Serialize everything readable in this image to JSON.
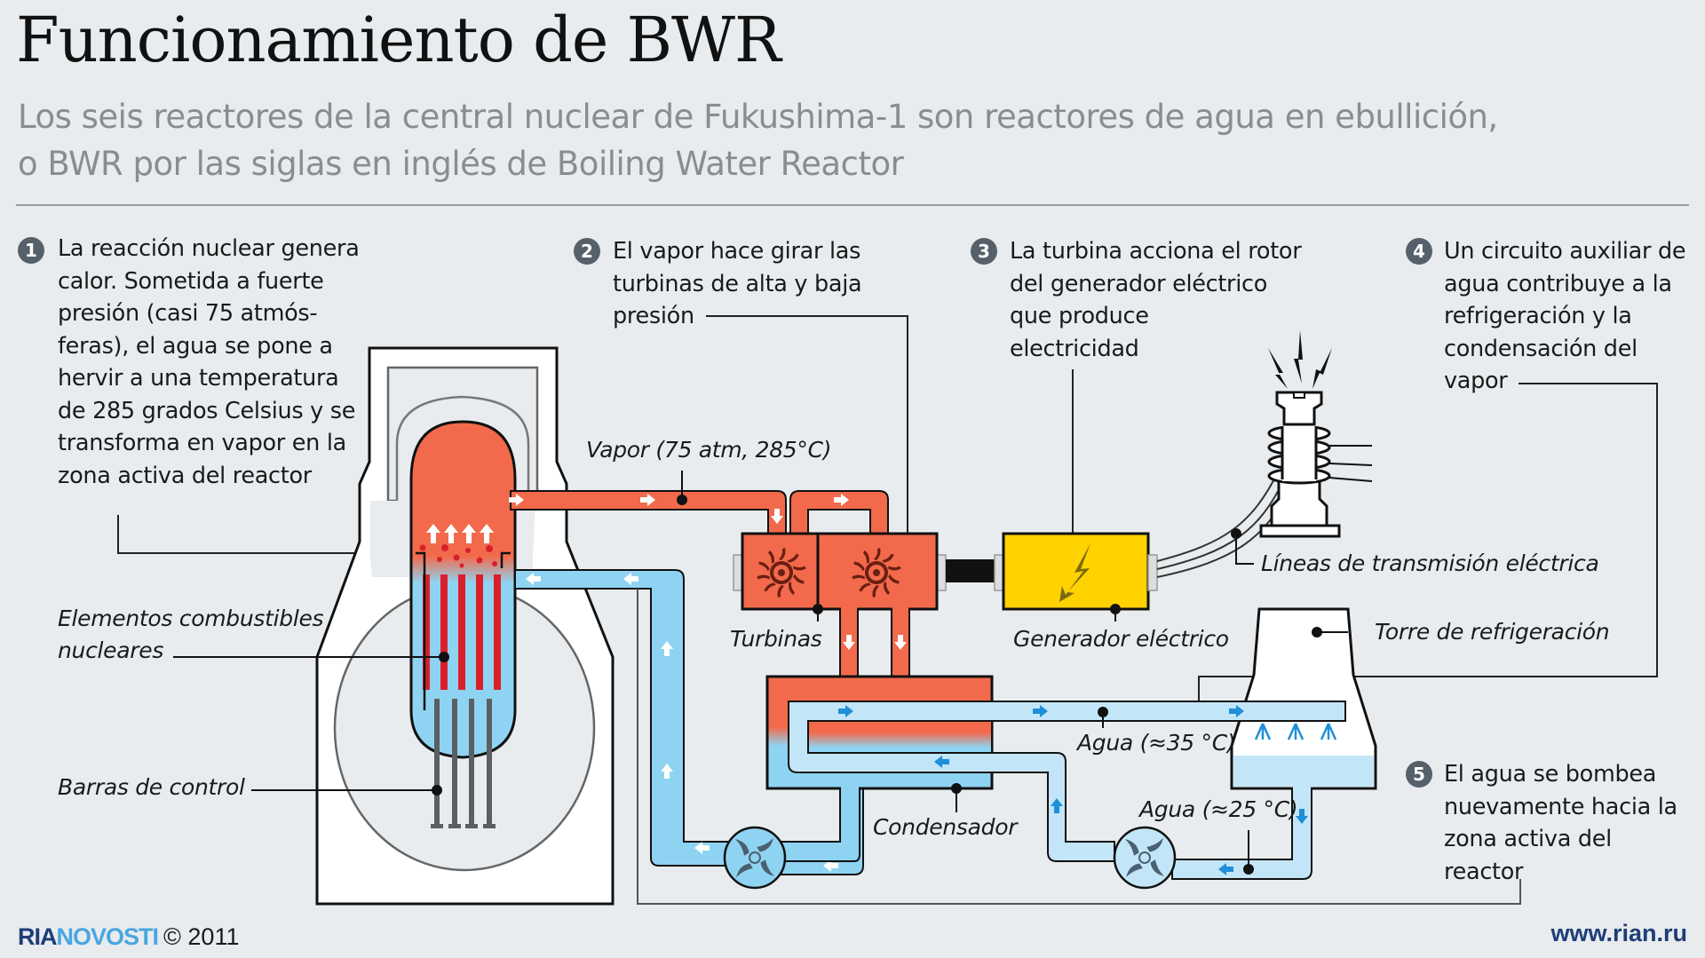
{
  "header": {
    "title": "Funcionamiento de BWR",
    "subtitle_lines": [
      "Los seis reactores de la central nuclear de Fukushima-1 son reactores de agua en ebullición,",
      "o BWR por las siglas en inglés de Boiling Water Reactor"
    ]
  },
  "steps": [
    {
      "number": "1",
      "lines": [
        "La reacción nuclear genera",
        "calor. Sometida a fuerte",
        "presión (casi 75 atmós-",
        "feras), el agua se pone a",
        "hervir a una temperatura",
        "de 285 grados Celsius y se",
        "transforma en vapor en la",
        "zona activa del reactor"
      ]
    },
    {
      "number": "2",
      "lines": [
        "El vapor hace girar las",
        "turbinas de alta y baja",
        "presión"
      ]
    },
    {
      "number": "3",
      "lines": [
        "La turbina acciona el rotor",
        "del generador eléctrico",
        "que produce",
        "electricidad"
      ]
    },
    {
      "number": "4",
      "lines": [
        "Un circuito auxiliar de",
        "agua contribuye a la",
        "refrigeración y la",
        "condensación del",
        "vapor"
      ]
    },
    {
      "number": "5",
      "lines": [
        "El agua se bombea",
        "nuevamente hacia la",
        "zona activa del",
        "reactor"
      ]
    }
  ],
  "labels": {
    "vapor": "Vapor (75 atm, 285°C)",
    "fuel_line1": "Elementos combustibles",
    "fuel_line2": "nucleares",
    "control_rods": "Barras de control",
    "turbines": "Turbinas",
    "generator": "Generador eléctrico",
    "transmission": "Líneas de transmisión eléctrica",
    "cooling_tower": "Torre de refrigeración",
    "water_35": "Agua (≈35 °C)",
    "water_25": "Agua (≈25 °C)",
    "condenser": "Condensador"
  },
  "footer": {
    "brand_ria": "RIA",
    "brand_novosti": "NOVOSTI",
    "copyright": "© 2011",
    "url": "www.rian.ru"
  },
  "colors": {
    "background": "#e8ecee",
    "steam": "#f26a4b",
    "fuel_rod": "#d9202a",
    "water": "#8fd3f2",
    "cool_water": "#c2e6f7",
    "generator": "#ffd200",
    "arrow_blue": "#1e8fd8",
    "badge": "#56606a"
  }
}
